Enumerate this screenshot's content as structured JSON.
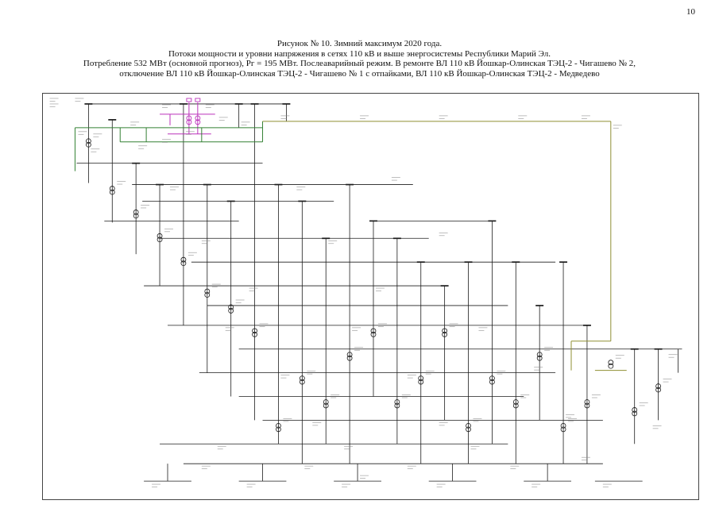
{
  "page": {
    "number": "10"
  },
  "figure": {
    "caption_lines": [
      "Рисунок № 10. Зимний максимум 2020 года.",
      "Потоки мощности и уровни напряжения в сетях 110 кВ и выше энергосистемы Республики Марий Эл.",
      "Потребление 532 МВт (основной прогноз), Рг = 195 МВт. Послеаварийный режим. В ремонте ВЛ 110 кВ Йошкар-Олинская ТЭЦ-2 - Чигашево № 2,",
      "отключение ВЛ 110 кВ Йошкар-Олинская ТЭЦ-2 - Чигашево № 1 с отпайками, ВЛ 110 кВ Йошкар-Олинская ТЭЦ-2 - Медведево"
    ]
  },
  "diagram": {
    "description": "Single-line power network scheme 110 kV and above, Mari El energy system, winter maximum 2020",
    "colors": {
      "line": "#1c1c1c",
      "magenta": "#bb33bb",
      "green": "#338033",
      "olive": "#8f8f33",
      "label": "#8a8a8a"
    }
  }
}
